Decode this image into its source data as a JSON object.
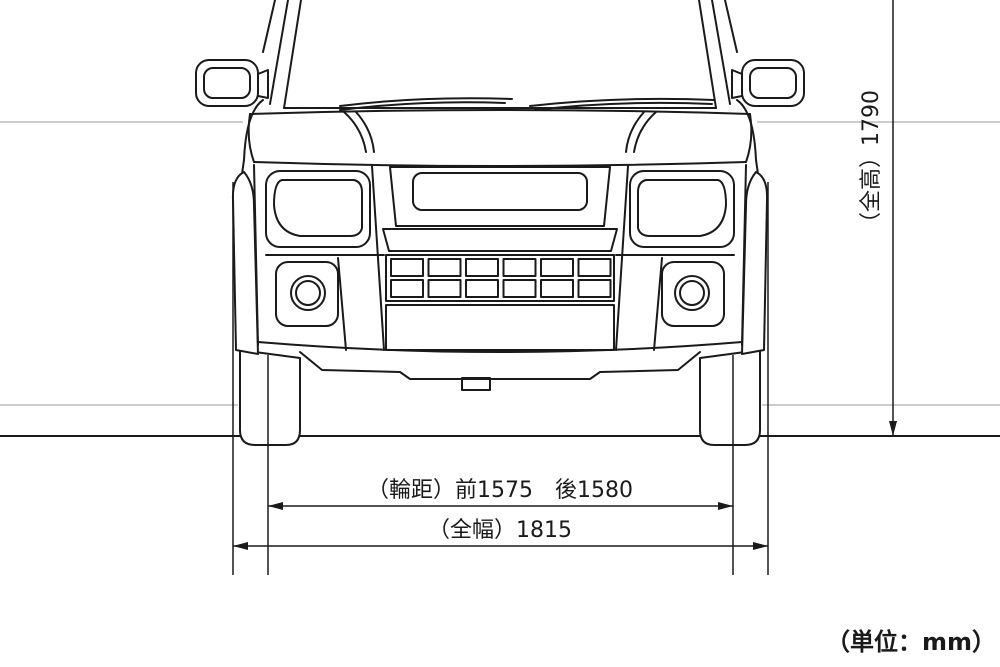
{
  "dimensions": {
    "track": "（輪距）前1575　後1580",
    "overall_width": "（全幅）1815",
    "overall_height": "（全高）1790",
    "unit": "（単位：mm）"
  }
}
